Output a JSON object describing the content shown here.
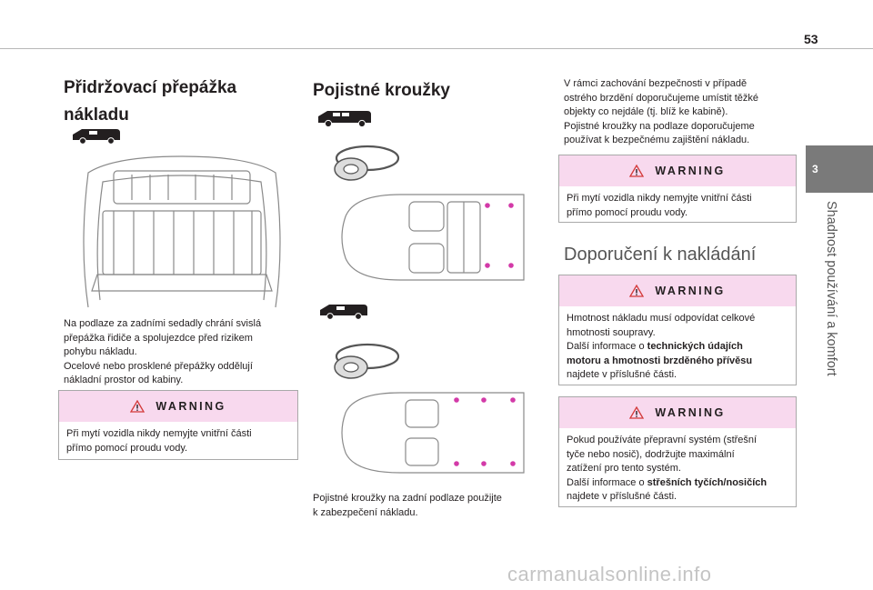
{
  "page": {
    "number": "53"
  },
  "side_tab": {
    "number": "3",
    "label": "Shadnost používání a komfort"
  },
  "col1": {
    "title_line1": "Přidržovací přepážka",
    "title_line2": "nákladu",
    "body": [
      "Na podlaze za zadními sedadly chrání svislá",
      "přepážka řidiče a spolujezdce před rizikem",
      "pohybu nákladu.",
      "Ocelové nebo prosklené přepážky oddělují",
      "nákladní prostor od kabiny."
    ],
    "warning": {
      "title": "WARNING",
      "body": [
        "Při mytí vozidla nikdy nemyjte vnitřní části",
        "přímo pomocí proudu vody."
      ]
    }
  },
  "col2": {
    "title": "Pojistné kroužky",
    "caption": [
      "Pojistné kroužky na zadní podlaze použijte",
      "k zabezpečení nákladu."
    ]
  },
  "col3": {
    "intro": [
      "V rámci zachování bezpečnosti v případě",
      "ostrého brzdění doporučujeme umístit těžké",
      "objekty co nejdále (tj. blíž ke kabině).",
      "Pojistné kroužky na podlaze doporučujeme",
      "používat k bezpečnému zajištění nákladu."
    ],
    "warning1": {
      "title": "WARNING",
      "body": [
        "Při mytí vozidla nikdy nemyjte vnitřní části",
        "přímo pomocí proudu vody."
      ]
    },
    "section_title": "Doporučení k nakládání",
    "warning2": {
      "title": "WARNING",
      "l1": "Hmotnost nákladu musí odpovídat celkové",
      "l2": "hmotnosti soupravy.",
      "l3": "Další informace o ",
      "l3b": "technických údajích",
      "l4b": "motoru a hmotnosti brzděného přívěsu",
      "l5": "najdete v příslušné části."
    },
    "warning3": {
      "title": "WARNING",
      "l1": "Pokud používáte přepravní systém (střešní",
      "l2": "tyče nebo nosič), dodržujte maximální",
      "l3": "zatížení pro tento systém.",
      "l4": "Další informace o ",
      "l4b": "střešních tyčích/nosičích",
      "l5": "najdete v příslušné části."
    }
  },
  "watermark": "carmanualsonline.info",
  "colors": {
    "warning_header": "#f8d9ee",
    "ring_dots": "#d33aa8",
    "side_tab": "#7a7a7a"
  }
}
